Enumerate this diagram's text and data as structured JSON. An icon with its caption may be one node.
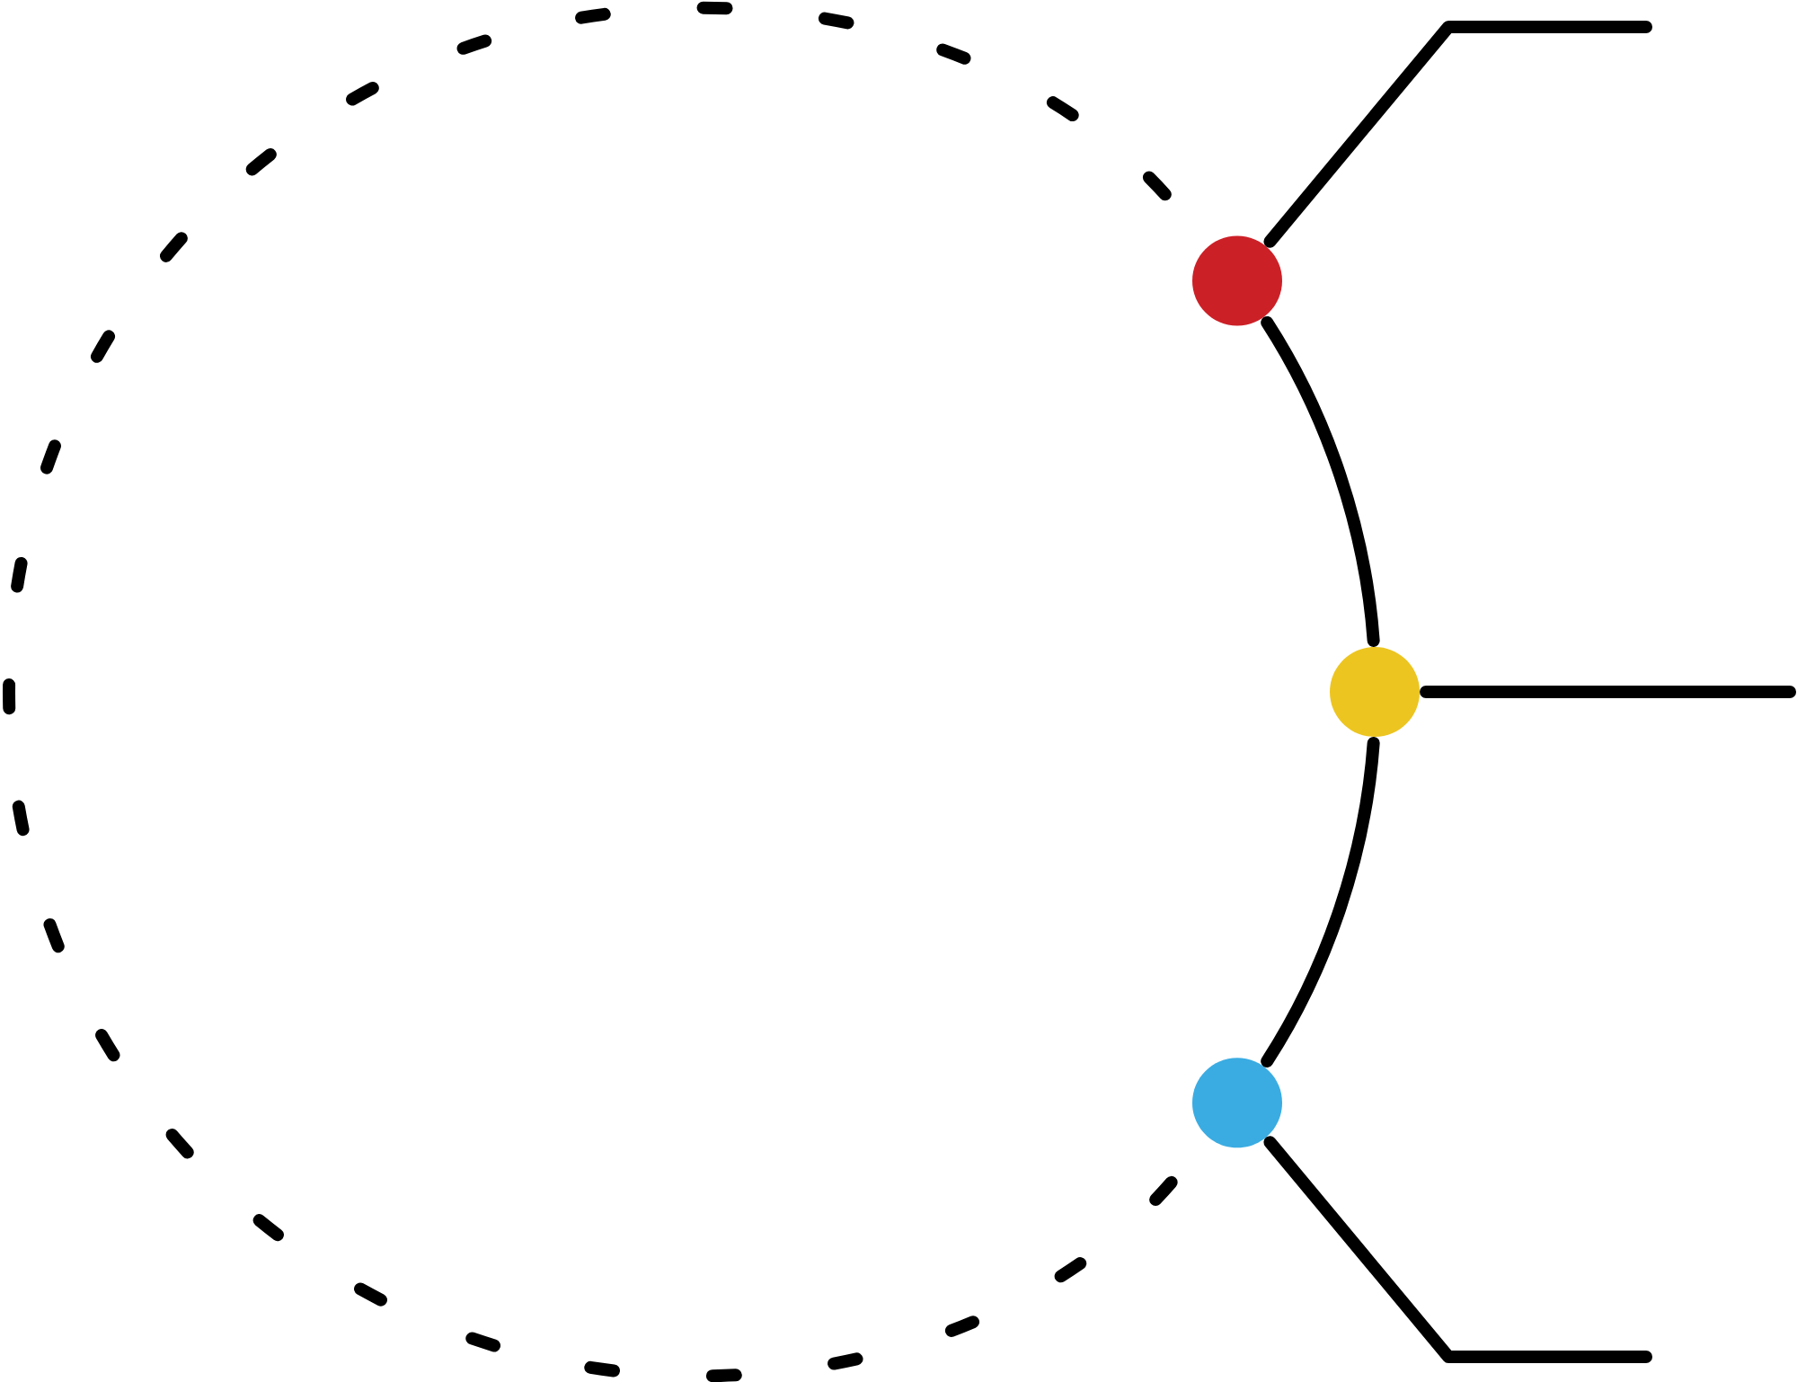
{
  "diagram": {
    "nodes": [
      {
        "text": [],
        "shape": "circle"
      },
      {
        "text": [],
        "shape": "circle"
      },
      {
        "text": [],
        "shape": "circle"
      }
    ],
    "edges": [
      {
        "from": 0,
        "to": 1,
        "arrow": "none"
      },
      {
        "from": 1,
        "to": 2,
        "arrow": "none"
      },
      {
        "from": 2,
        "to": 0,
        "arrow": "none",
        "style": "dashed"
      },
      {
        "from": 0,
        "to": null,
        "arrow": "none"
      },
      {
        "from": 1,
        "to": null,
        "arrow": "none"
      },
      {
        "from": 2,
        "to": null,
        "arrow": "none"
      }
    ]
  }
}
